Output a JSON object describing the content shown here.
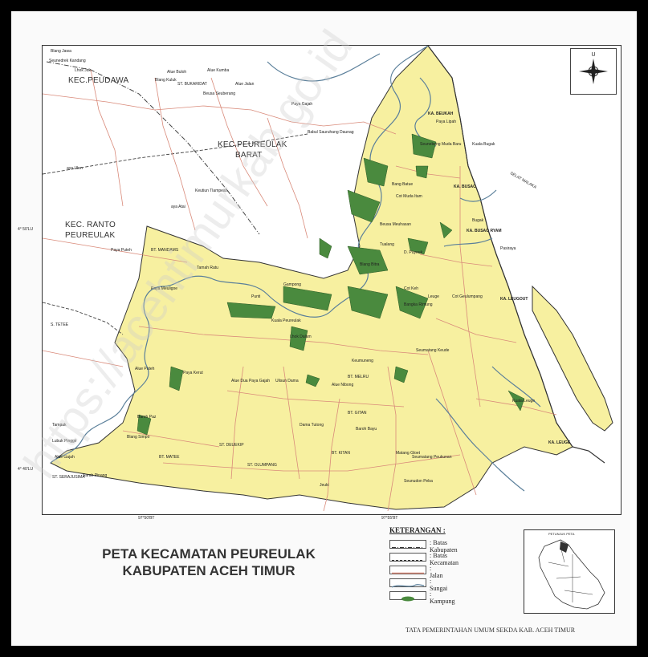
{
  "map": {
    "kec_labels": [
      {
        "id": "peudawa",
        "text": "KEC.PEUDAWA"
      },
      {
        "id": "peureulak-barat-1",
        "text": "KEC.PEUREULAK"
      },
      {
        "id": "peureulak-barat-2",
        "text": "BARAT"
      },
      {
        "id": "ranto-1",
        "text": "KEC. RANTO"
      },
      {
        "id": "ranto-2",
        "text": "PEUREULAK"
      }
    ],
    "place_labels": [
      "Blang Jawa",
      "Seunedrek Kandang",
      "Lhok Juk",
      "Alue Buloh",
      "Alue Kumba",
      "Blang Kuluk",
      "ST. BUKARIDAT",
      "Alue Jalan",
      "Beusa Seuberang",
      "Paya Gajah",
      "Babul Sauruhang Daunag",
      "aya Ulon",
      "Keutiun Tlampean",
      "Paya Puteh",
      "BT. MANDAMS",
      "Tamah Ratu",
      "Paya Meuligoe",
      "Punti",
      "Kuala Peureulak",
      "Lhok Dalam",
      "Alue Puteh",
      "Paya Kerut",
      "Alue Dua Paya Gajah",
      "Ulisun Dama",
      "Alue Nibong",
      "Baroh Paz",
      "Dama Tutong",
      "Blang Simpo",
      "ST. DEUEKIP",
      "BT. MATEE",
      "ST. OLUMPANG",
      "BT. KITAN",
      "BT. MELRU",
      "Keumuneng",
      "BT. GITAN",
      "Baroh Bayu",
      "Matang Gloet",
      "Seumatang Peukunan",
      "Seunudon Peba",
      "Jeuki",
      "Tampak",
      "Lubuk Pinggir",
      "Alue Gajah",
      "ST. SERAJUSIMA",
      "Sarah Pinang",
      "Paya Lipah",
      "Seunebeng Muda Baru",
      "Kuala Bugak",
      "Bang Batue",
      "Beusa Meuhasan",
      "Cot Muda Itam",
      "Cot Keh",
      "Tualang",
      "Blang Bitra",
      "Gampong",
      "Bangka Rimung",
      "Leuge",
      "Cot Geulumpang",
      "Seumatang Keude",
      "Kuala Leuge",
      "Pasiraya",
      "Bugak",
      "D. Puyeuk",
      "S. TETEE",
      "aya Atai"
    ],
    "coast_labels": [
      {
        "id": "beukah",
        "text": "KA. BEUKAH"
      },
      {
        "id": "busao",
        "text": "KA. BUSAO"
      },
      {
        "id": "busao-ryam",
        "text": "KA. BUSAO RYAM"
      },
      {
        "id": "leugout",
        "text": "KA. LEUGOUT"
      },
      {
        "id": "leuge",
        "text": "KA. LEUGE"
      }
    ],
    "sea_label": "SELAT MALAKA",
    "coords": [
      {
        "id": "lat-1",
        "text": "4° 50'LU"
      },
      {
        "id": "lat-2",
        "text": "4° 40'LU"
      },
      {
        "id": "lon-1",
        "text": "97°50'BT"
      },
      {
        "id": "lon-2",
        "text": "97°55'BT"
      }
    ],
    "compass_letter": "U"
  },
  "title": {
    "line1": "PETA KECAMATAN PEUREULAK",
    "line2": "KABUPATEN ACEH TIMUR"
  },
  "legend": {
    "title": "KETERANGAN :",
    "items": [
      {
        "label": ": Batas Kabupaten"
      },
      {
        "label": ": Batas Kecamatan"
      },
      {
        "label": ": Jalan"
      },
      {
        "label": ": Sungai"
      },
      {
        "label": ": Kampung"
      }
    ]
  },
  "inset": {
    "title": "PETUNJUK PETA"
  },
  "footer": "TATA PEMERINTAHAN UMUM SEKDA KAB. ACEH TIMUR",
  "watermark": "https://acehtimurkab.go.id",
  "colors": {
    "land": "#f7f0a0",
    "kampung": "#4a8a3e",
    "road": "#d98a7a",
    "river": "#5a7f9a",
    "border": "#333333"
  }
}
